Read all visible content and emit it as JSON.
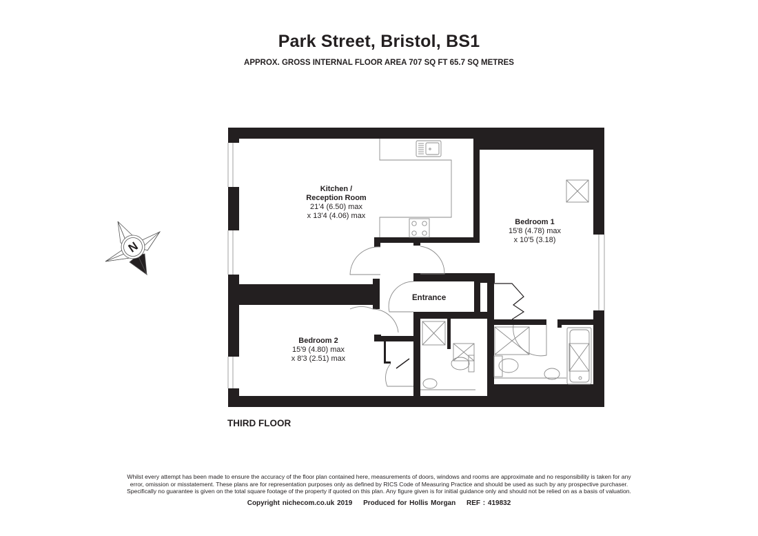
{
  "header": {
    "title": "Park Street, Bristol, BS1",
    "subtitle": "APPROX. GROSS INTERNAL FLOOR AREA 707 SQ FT 65.7 SQ METRES"
  },
  "compass": {
    "icon": "north-compass-icon",
    "letter": "N"
  },
  "floor": {
    "label": "THIRD FLOOR"
  },
  "rooms": [
    {
      "name_line1": "Kitchen /",
      "name_line2": "Reception Room",
      "dim1": "21'4 (6.50) max",
      "dim2": "x 13'4 (4.06) max"
    },
    {
      "name_line1": "Bedroom 1",
      "dim1": "15'8 (4.78) max",
      "dim2": "x 10'5 (3.18)"
    },
    {
      "name_line1": "Bedroom 2",
      "dim1": "15'9 (4.80) max",
      "dim2": "x 8'3 (2.51) max"
    },
    {
      "name_line1": "Entrance"
    }
  ],
  "fixtures": [
    "sink-icon",
    "hob-icon",
    "skylight-icon",
    "shower-tray-icon",
    "toilet-icon",
    "basin-icon",
    "bath-icon",
    "wardrobe-icon"
  ],
  "disclaimer": {
    "line1": "Whilst every attempt has been made to ensure the accuracy of the floor plan contained here, measurements of doors, windows and rooms are approximate and no responsibility is taken for any",
    "line2": "error, omission or misstatement. These plans are for representation purposes only as defined by RICS Code of Measuring Practice and should be used as such by any prospective purchaser.",
    "line3": "Specifically no guarantee is given on the total square footage of the property if quoted on this plan. Any figure given is for initial guidance only and should not be relied on as a basis of valuation."
  },
  "credits": {
    "copyright": "Copyright nichecom.co.uk 2019",
    "produced": "Produced for Hollis Morgan",
    "ref": "REF : 419832"
  },
  "colors": {
    "wall": "#231f20",
    "fixture_line": "#8a8a8a",
    "background": "#ffffff"
  }
}
